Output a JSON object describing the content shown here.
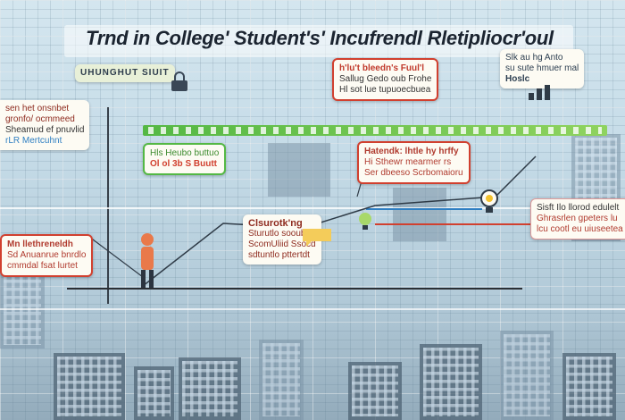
{
  "title": "Trnd in College' Student's' Incufrendl Rletipliocr'oul",
  "header_label": "UHUNGHUT SIUIT",
  "notes": [
    {
      "id": "top-center",
      "lines": [
        "h'lu't bleedn's Fuul'l",
        "Sallug Gedo oub Frohe",
        "Hl sot lue tupuoecbuea"
      ],
      "color": "#c0392b"
    },
    {
      "id": "top-right",
      "lines": [
        "Slk au hg Anto",
        "su sute hmuer mal",
        "Hoslc"
      ],
      "color": "#2c3e50"
    },
    {
      "id": "left-upper",
      "lines": [
        "sen het onsnbet",
        "gronfo/ ocmmeed",
        "Sheamud ef pnuvlid",
        "rLR Mertcuhnt"
      ],
      "color": "#8e2b1f"
    },
    {
      "id": "green-note",
      "lines": [
        "Hls Heubo buttuo",
        "Ol ol 3b S Buutt"
      ],
      "color": "#3c8b2e"
    },
    {
      "id": "center-right",
      "lines": [
        "Hatendk: lhtle hy hrffy",
        "Hi Sthewr mearmer rs",
        "Ser dbeeso Scrbomaioru"
      ],
      "color": "#b03a2e"
    },
    {
      "id": "right-middle",
      "lines": [
        "Sisft Ilo llorod edulelt",
        "Ghrasrlen gpeters lu",
        "lcu cootl eu uiuseetea"
      ],
      "color": "#b03a2e"
    },
    {
      "id": "left-lower",
      "lines": [
        "Mn llethreneldh",
        "Sd Anuanrue bnrdlo",
        "cmmdal fsat lurtet"
      ],
      "color": "#b03a2e"
    },
    {
      "id": "center-lower",
      "lines": [
        "Clsurotk'ng",
        "Sturutlo sooubd",
        "ScomUliid Ssocd",
        "sdtuntlo pttertdt"
      ],
      "color": "#8e2b1f"
    }
  ],
  "accent_colors": {
    "green": "#54b844",
    "red": "#d1402f",
    "blue": "#2f7fc2",
    "ink": "#1b2430"
  },
  "icons": [
    "person-icon",
    "lightbulb-icon",
    "chat-bubble-icon",
    "padlock-icon",
    "chart-icon"
  ]
}
